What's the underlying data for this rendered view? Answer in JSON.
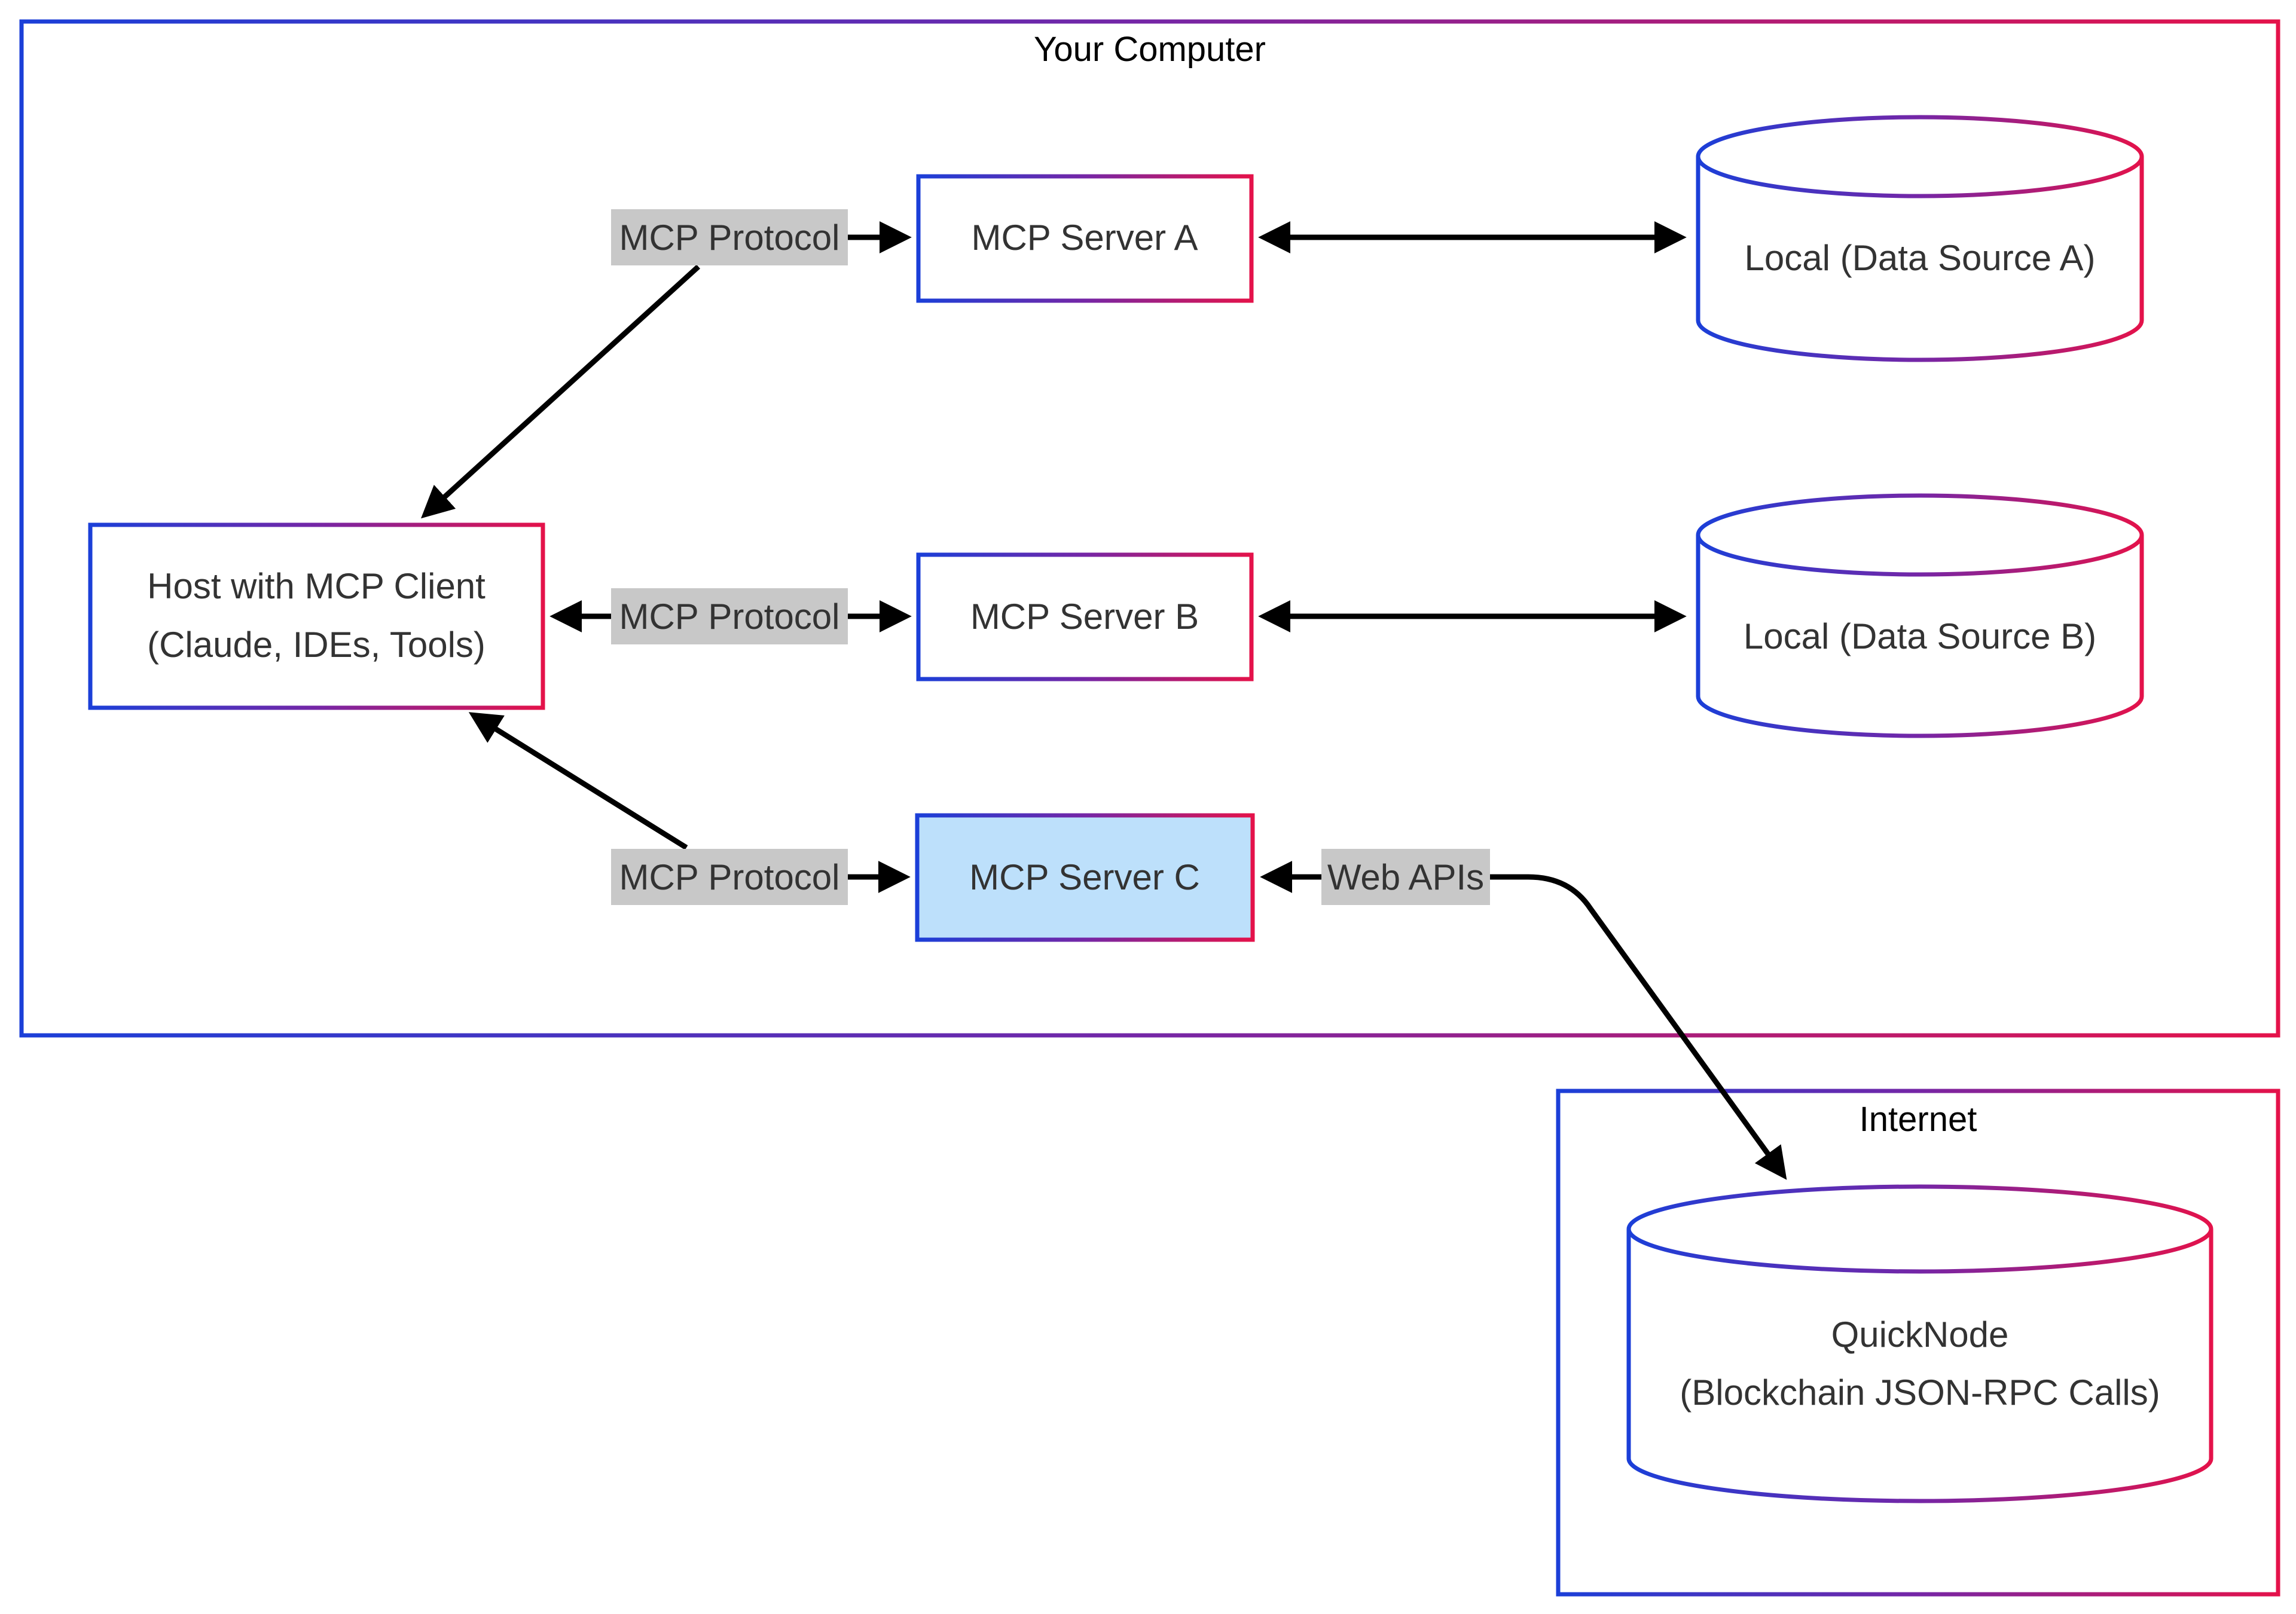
{
  "colors": {
    "gradient_start": "#1b3fd8",
    "gradient_mid": "#7526a6",
    "gradient_end": "#e4124a",
    "edge": "#000000",
    "label_background": "#c8c8c8",
    "highlight_fill": "#bde0fb",
    "text": "#333333"
  },
  "groups": {
    "your_computer": {
      "title": "Your Computer"
    },
    "internet": {
      "title": "Internet"
    }
  },
  "nodes": {
    "host": {
      "line1": "Host with MCP Client",
      "line2": "(Claude, IDEs, Tools)"
    },
    "server_a": {
      "label": "MCP Server A"
    },
    "server_b": {
      "label": "MCP Server B"
    },
    "server_c": {
      "label": "MCP Server C"
    },
    "source_a": {
      "label": "Local (Data Source A)"
    },
    "source_b": {
      "label": "Local (Data Source B)"
    },
    "quicknode": {
      "line1": "QuickNode",
      "line2": "(Blockchain JSON-RPC Calls)"
    }
  },
  "edges": {
    "host_a": {
      "label": "MCP Protocol"
    },
    "host_b": {
      "label": "MCP Protocol"
    },
    "host_c": {
      "label": "MCP Protocol"
    },
    "c_quicknode": {
      "label": "Web APIs"
    }
  }
}
